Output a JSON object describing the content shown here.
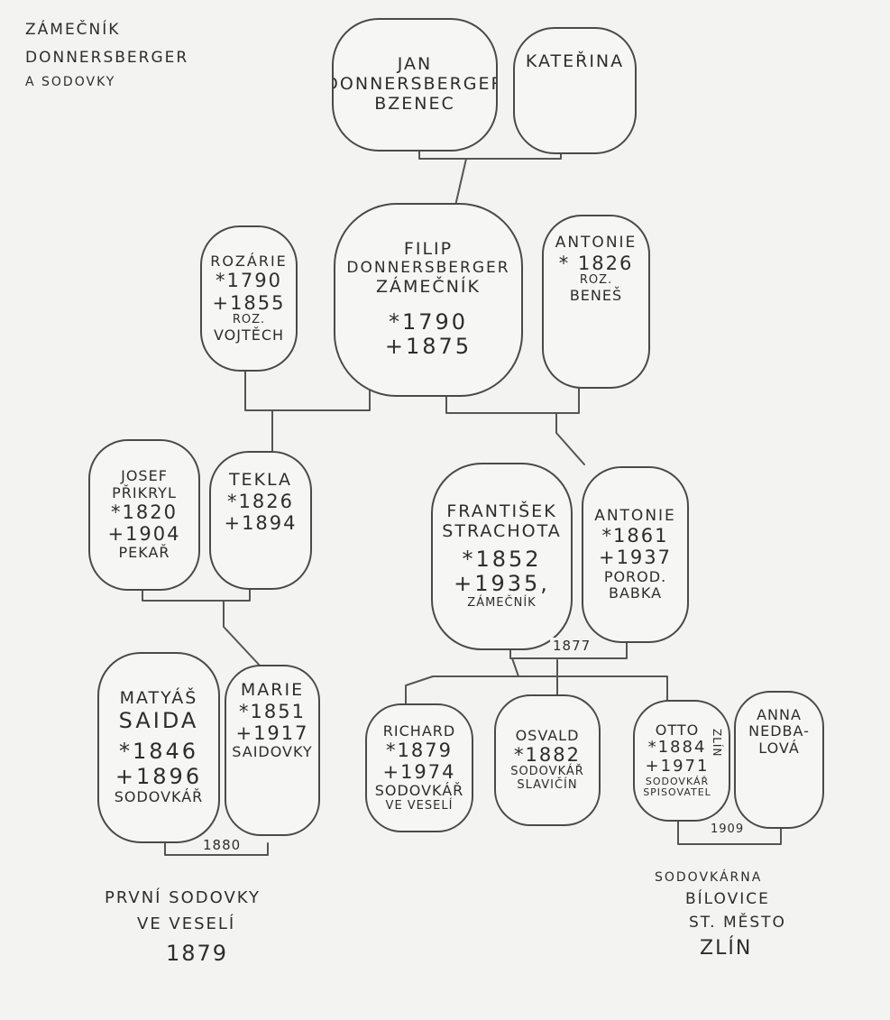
{
  "header_note": [
    "ZÁMEČNÍK",
    "DONNERSBERGER",
    "A SODOVKY"
  ],
  "people": {
    "jan": [
      "JAN",
      "DONNERSBERGER",
      "BZENEC"
    ],
    "katerina": [
      "KATEŘINA"
    ],
    "rozarie": [
      "ROZÁRIE",
      "*1790",
      "+1855",
      "ROZ.",
      "VOJTĚCH"
    ],
    "filip": [
      "FILIP",
      "DONNERSBERGER",
      "ZÁMEČNÍK",
      "*1790",
      "+1875"
    ],
    "antonie1": [
      "ANTONIE",
      "* 1826",
      "ROZ.",
      "BENEŠ"
    ],
    "josef": [
      "JOSEF",
      "PŘIKRYL",
      "*1820",
      "+1904",
      "PEKAŘ"
    ],
    "tekla": [
      "TEKLA",
      "*1826",
      "+1894"
    ],
    "frantisek": [
      "FRANTIŠEK",
      "STRACHOTA",
      "*1852",
      "+1935,",
      "ZÁMEČNÍK"
    ],
    "antonie2": [
      "ANTONIE",
      "*1861",
      "+1937",
      "POROD.",
      "BABKA"
    ],
    "matyas": [
      "MATYÁŠ",
      "SAIDA",
      "*1846",
      "+1896",
      "SODOVKÁŘ"
    ],
    "marie": [
      "MARIE",
      "*1851",
      "+1917",
      "SAIDOVKY"
    ],
    "richard": [
      "RICHARD",
      "*1879",
      "+1974",
      "SODOVKÁŘ",
      "VE VESELÍ"
    ],
    "osvald": [
      "OSVALD",
      "*1882",
      "SODOVKÁŘ",
      "SLAVIČÍN"
    ],
    "otto": [
      "OTTO",
      "*1884",
      "+1971",
      "SODOVKÁŘ",
      "SPISOVATEL"
    ],
    "otto_side": "ZLÍN",
    "anna": [
      "ANNA",
      "NEDBA-",
      "LOVÁ"
    ]
  },
  "marriage_years": {
    "strachota": "1877",
    "saida": "1880",
    "otto_anna": "1909"
  },
  "notes": {
    "first_sodas": [
      "PRVNÍ SODOVKY",
      "VE VESELÍ",
      "1879"
    ],
    "factories": [
      "SODOVKÁRNA",
      "BÍLOVICE",
      "ST. MĚSTO",
      "ZLÍN"
    ]
  },
  "colors": {
    "paper": "#f3f3f1",
    "pencil": "#4a4a4a"
  }
}
